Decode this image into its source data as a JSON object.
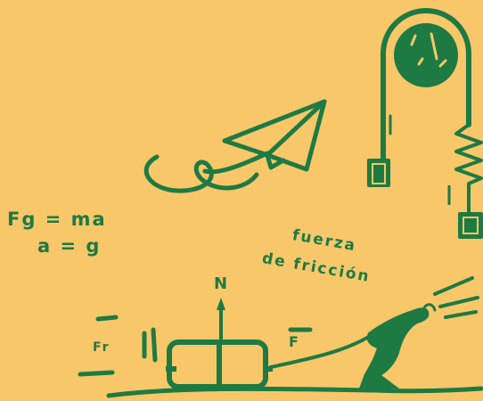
{
  "background_color": "#F8C76A",
  "ink_color": "#1E7A43",
  "equations": {
    "line1": "Fg = ma",
    "line2": "a = g"
  },
  "friction_label": {
    "line1": "fuerza",
    "line2": "de fricción"
  },
  "force_labels": {
    "normal": "N",
    "friction_arrow": "Fr",
    "applied": "F"
  },
  "icons": [
    "paper-plane-icon",
    "pulley-icon",
    "spring-icon",
    "hanging-weight-icon",
    "box-on-ground-icon",
    "pulling-figure-icon"
  ]
}
